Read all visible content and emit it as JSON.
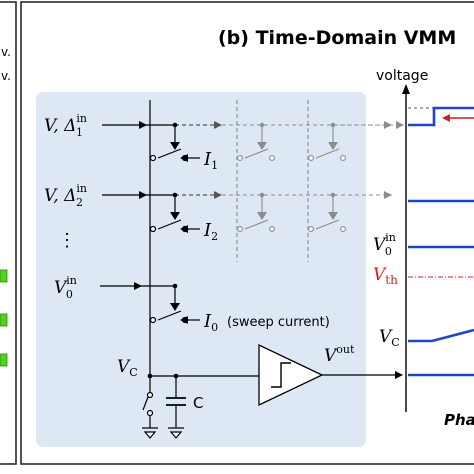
{
  "figure": {
    "panel_title": "(b) Time-Domain VMM",
    "left_partial_lines": [
      "v.",
      "v."
    ],
    "bottom_cut_label": "Pha"
  },
  "circuit": {
    "inputs": [
      {
        "var": "V, Δ",
        "sup": "in",
        "sub": "1"
      },
      {
        "var": "V, Δ",
        "sup": "in",
        "sub": "2"
      }
    ],
    "ellipsis": "⋮",
    "v0_input": {
      "var": "V",
      "sup": "in",
      "sub": "0"
    },
    "currents": [
      {
        "var": "I",
        "sub": "1"
      },
      {
        "var": "I",
        "sub": "2"
      },
      {
        "var": "I",
        "sub": "0"
      }
    ],
    "sweep_note": "(sweep current)",
    "vc_label": {
      "var": "V",
      "sub": "C"
    },
    "capacitor_label": "C",
    "vout_label": {
      "var": "V",
      "sup": "out"
    }
  },
  "waveforms": {
    "axis_label": "voltage",
    "v0_label": {
      "var": "V",
      "sup": "in",
      "sub": "0"
    },
    "vth_label": {
      "var": "V",
      "sub": "th"
    },
    "vc_label": {
      "var": "V",
      "sub": "C"
    }
  },
  "colors": {
    "circuit_bg": "#dde8f4",
    "wire": "#000000",
    "ghost": "#8c8c8c",
    "signal": "#2244cc",
    "threshold": "#cc2222",
    "frame": "#2a2a2a"
  }
}
